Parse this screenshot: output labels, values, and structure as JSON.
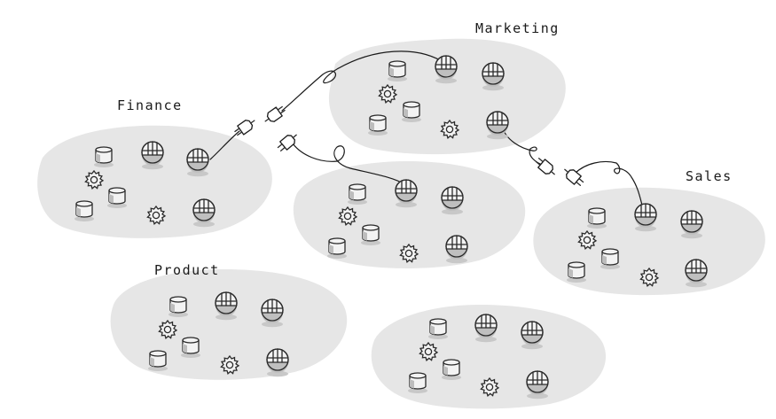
{
  "groups": [
    {
      "id": "marketing",
      "label": "Marketing"
    },
    {
      "id": "finance",
      "label": "Finance"
    },
    {
      "id": "sales",
      "label": "Sales"
    },
    {
      "id": "product",
      "label": "Product"
    },
    {
      "id": "center",
      "label": ""
    },
    {
      "id": "bottom",
      "label": ""
    }
  ],
  "icons": {
    "database": "database-icon",
    "server": "server-icon",
    "service": "gear-icon",
    "plug": "plug-icon"
  },
  "colors": {
    "blob": "#e6e6e6",
    "ink": "#1a1a1a",
    "shadow": "#c8c8c8"
  }
}
